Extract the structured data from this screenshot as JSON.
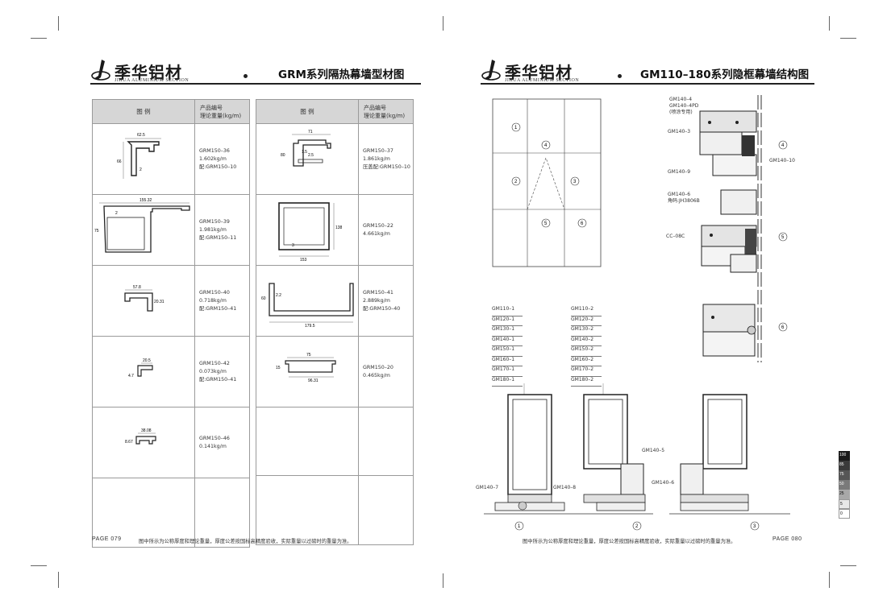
{
  "brand": {
    "name": "季华铝材",
    "sub": "JIHUA ALUMINIUM SECTION"
  },
  "left_page": {
    "title": "GRM系列隔热幕墙型材图",
    "table_header": {
      "col_figure": "图  例",
      "col_info_line1": "产品编号",
      "col_info_line2": "理论重量(kg/m)"
    },
    "col1": [
      {
        "code": "GRM150–36",
        "weight": "1.602kg/m",
        "match": "配:GRM150–10",
        "dims": [
          "62.5",
          "66",
          "2"
        ]
      },
      {
        "code": "GRM150–39",
        "weight": "1.981kg/m",
        "match": "配:GRM150–11",
        "dims": [
          "155.32",
          "75",
          "2"
        ]
      },
      {
        "code": "GRM150–40",
        "weight": "0.718kg/m",
        "match": "配:GRM150–41",
        "dims": [
          "57.8",
          "20.31"
        ]
      },
      {
        "code": "GRM150–42",
        "weight": "0.073kg/m",
        "match": "配:GRM150–41",
        "dims": [
          "20.5",
          "4.7"
        ]
      },
      {
        "code": "GRM150–46",
        "weight": "0.141kg/m",
        "match": "",
        "dims": [
          "38.08",
          "8.67"
        ]
      },
      {
        "code": "",
        "weight": "",
        "match": "",
        "dims": []
      }
    ],
    "col2": [
      {
        "code": "GRM150–37",
        "weight": "1.861kg/m",
        "match": "压盖配:GRM150–10",
        "dims": [
          "71",
          "80",
          "1.5",
          "2.5"
        ]
      },
      {
        "code": "GRM150–22",
        "weight": "4.661kg/m",
        "match": "",
        "dims": [
          "138",
          "153",
          "3"
        ]
      },
      {
        "code": "GRM150–41",
        "weight": "2.889kg/m",
        "match": "配:GRM150–40",
        "dims": [
          "60",
          "2.2",
          "179.5"
        ]
      },
      {
        "code": "GRM150–20",
        "weight": "0.465kg/m",
        "match": "",
        "dims": [
          "75",
          "15",
          "96.31"
        ]
      },
      {
        "code": "",
        "weight": "",
        "match": "",
        "dims": []
      },
      {
        "code": "",
        "weight": "",
        "match": "",
        "dims": []
      }
    ],
    "footer_note": "图中所示为公称厚度和理论重量，厚度公差按国标高精度验收，实际重量以过磅时的重量为准。",
    "page_number": "PAGE 079"
  },
  "right_page": {
    "title": "GM110–180系列隐框幕墙结构图",
    "elevation_markers": [
      "1",
      "2",
      "3",
      "4",
      "5",
      "6"
    ],
    "structure_callouts": {
      "top": [
        "GM140–4",
        "GM140–4PD",
        "(喷涂专用)",
        "GM140–3",
        "GM140–9",
        "GM140–10"
      ],
      "mid": [
        "GM140–6",
        "角码:JH3806B",
        "CC–08C"
      ],
      "side_markers": [
        "4",
        "5",
        "6"
      ]
    },
    "list1": [
      "GM110–1",
      "GM120–1",
      "GM130–1",
      "GM140–1",
      "GM150–1",
      "GM160–1",
      "GM170–1",
      "GM180–1"
    ],
    "list2": [
      "GM110–2",
      "GM120–2",
      "GM130–2",
      "GM140–2",
      "GM150–2",
      "GM160–2",
      "GM170–2",
      "GM180–2"
    ],
    "section_callouts": [
      "GM140–7",
      "GM140–8",
      "GM140–5",
      "GM140–6"
    ],
    "section_markers": [
      "1",
      "2",
      "3"
    ],
    "footer_note": "图中所示为公称厚度和理论重量，厚度公差按国标高精度验收，实际重量以过磅时的重量为准。",
    "page_number": "PAGE 080"
  },
  "gray_scale": [
    {
      "label": "100",
      "color": "#1a1a1a"
    },
    {
      "label": "85",
      "color": "#3a3a3a"
    },
    {
      "label": "75",
      "color": "#565656"
    },
    {
      "label": "50",
      "color": "#7a7a7a"
    },
    {
      "label": "25",
      "color": "#a8a8a8"
    },
    {
      "label": "5",
      "color": "#e8e8e8"
    },
    {
      "label": "0",
      "color": "#ffffff"
    }
  ]
}
